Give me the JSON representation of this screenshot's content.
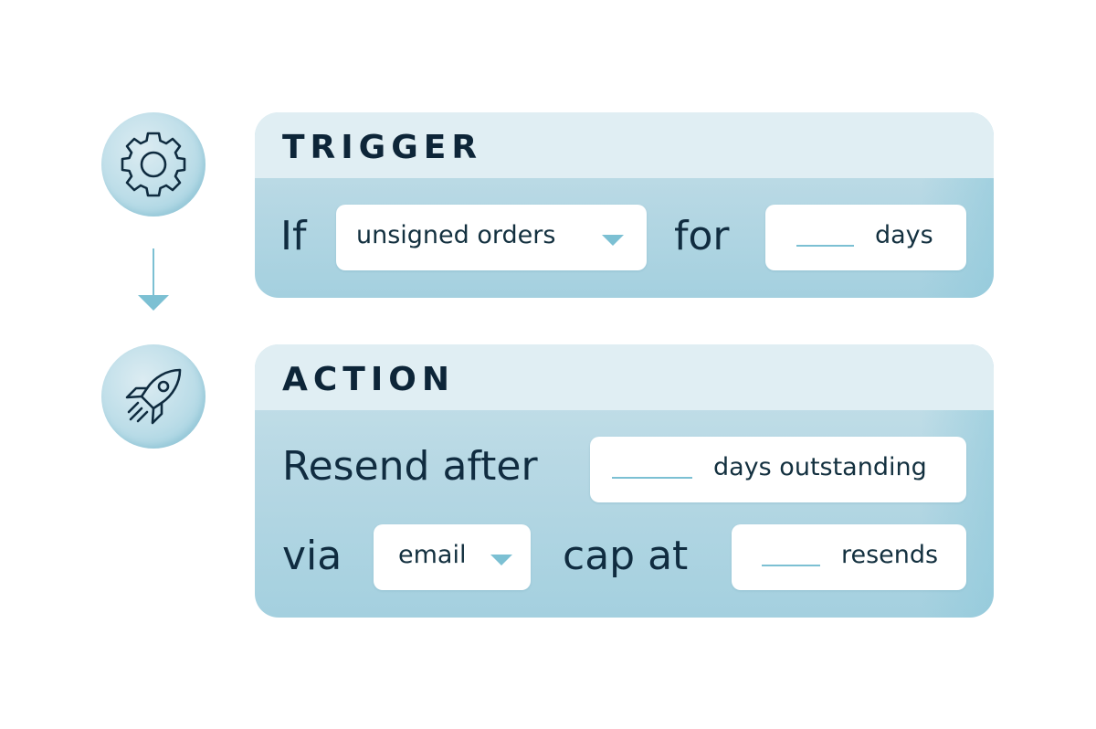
{
  "trigger": {
    "title": "TRIGGER",
    "if_word": "If",
    "condition_select": {
      "selected": "unsigned orders"
    },
    "for_word": "for",
    "days_field": {
      "value": "",
      "unit": "days"
    }
  },
  "action": {
    "title": "ACTION",
    "resend_word": "Resend after",
    "resend_field": {
      "value": "",
      "unit": "days outstanding"
    },
    "via_word": "via",
    "channel_select": {
      "selected": "email"
    },
    "cap_word": "cap at",
    "cap_field": {
      "value": "",
      "unit": "resends"
    }
  },
  "icons": {
    "trigger_icon": "gear-icon",
    "action_icon": "rocket-icon",
    "flow_arrow": "arrow-down-icon"
  },
  "colors": {
    "accent": "#7cc0d3",
    "header_bg": "#e0eef3",
    "card_bg": "#b7d8e4",
    "text_dark": "#0d2538"
  }
}
